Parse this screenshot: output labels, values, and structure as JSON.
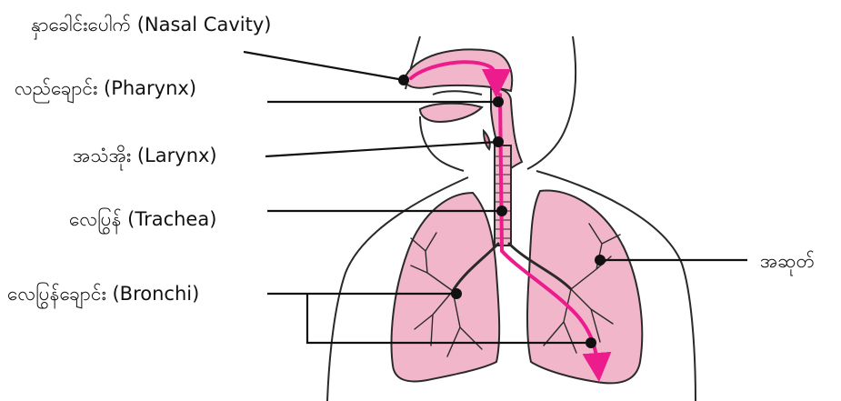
{
  "labels": {
    "nasal_cavity": "နှာခေါင်းပေါက် (Nasal Cavity)",
    "pharynx": "လည်ချောင်း (Pharynx)",
    "larynx": "အသံအိုး (Larynx)",
    "trachea": "လေပြွန် (Trachea)",
    "bronchi": "လေပြွန်ချောင်း (Bronchi)",
    "lung": "အဆုတ်"
  },
  "colors": {
    "outline": "#2a2a2a",
    "tissue": "#f2b6cb",
    "tissue_dark": "#e48aab",
    "airflow": "#ec1c8c",
    "leader": "#111111"
  }
}
